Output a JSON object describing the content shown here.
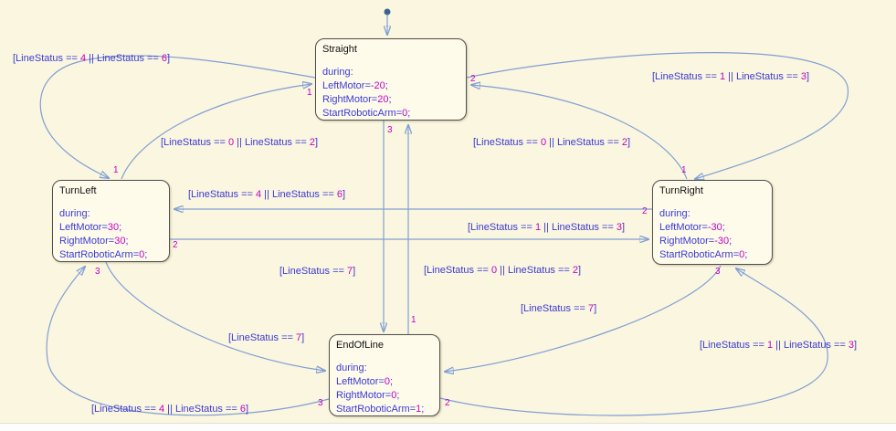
{
  "states": {
    "straight": {
      "title": "Straight",
      "body": [
        [
          [
            "during:",
            "c"
          ]
        ],
        [
          [
            "LeftMotor=",
            "c"
          ],
          [
            "-20",
            "n"
          ],
          [
            ";",
            "c"
          ]
        ],
        [
          [
            "RightMotor=",
            "c"
          ],
          [
            "20",
            "n"
          ],
          [
            ";",
            "c"
          ]
        ],
        [
          [
            "StartRoboticArm=",
            "c"
          ],
          [
            "0",
            "n"
          ],
          [
            ";",
            "c"
          ]
        ]
      ]
    },
    "turnleft": {
      "title": "TurnLeft",
      "body": [
        [
          [
            "during:",
            "c"
          ]
        ],
        [
          [
            "LeftMotor=",
            "c"
          ],
          [
            "30",
            "n"
          ],
          [
            ";",
            "c"
          ]
        ],
        [
          [
            "RightMotor=",
            "c"
          ],
          [
            "30",
            "n"
          ],
          [
            ";",
            "c"
          ]
        ],
        [
          [
            "StartRoboticArm=",
            "c"
          ],
          [
            "0",
            "n"
          ],
          [
            ";",
            "c"
          ]
        ]
      ]
    },
    "turnright": {
      "title": "TurnRight",
      "body": [
        [
          [
            "during:",
            "c"
          ]
        ],
        [
          [
            "LeftMotor=",
            "c"
          ],
          [
            "-30",
            "n"
          ],
          [
            ";",
            "c"
          ]
        ],
        [
          [
            "RightMotor=",
            "c"
          ],
          [
            "-30",
            "n"
          ],
          [
            ";",
            "c"
          ]
        ],
        [
          [
            "StartRoboticArm=",
            "c"
          ],
          [
            "0",
            "n"
          ],
          [
            ";",
            "c"
          ]
        ]
      ]
    },
    "endofline": {
      "title": "EndOfLine",
      "body": [
        [
          [
            "during:",
            "c"
          ]
        ],
        [
          [
            "LeftMotor=",
            "c"
          ],
          [
            "0",
            "n"
          ],
          [
            ";",
            "c"
          ]
        ],
        [
          [
            "RightMotor=",
            "c"
          ],
          [
            "0",
            "n"
          ],
          [
            ";",
            "c"
          ]
        ],
        [
          [
            "StartRoboticArm=",
            "c"
          ],
          [
            "1",
            "n"
          ],
          [
            ";",
            "c"
          ]
        ]
      ]
    }
  },
  "labels": {
    "s_to_tl": [
      [
        "[LineStatus == ",
        "c"
      ],
      [
        "4",
        "n"
      ],
      [
        " || LineStatus == ",
        "c"
      ],
      [
        "6",
        "n"
      ],
      [
        "]",
        "c"
      ]
    ],
    "tl_to_s": [
      [
        "[LineStatus == ",
        "c"
      ],
      [
        "0",
        "n"
      ],
      [
        " || LineStatus == ",
        "c"
      ],
      [
        "2",
        "n"
      ],
      [
        "]",
        "c"
      ]
    ],
    "s_to_tr": [
      [
        "[LineStatus == ",
        "c"
      ],
      [
        "1",
        "n"
      ],
      [
        " || LineStatus == ",
        "c"
      ],
      [
        "3",
        "n"
      ],
      [
        "]",
        "c"
      ]
    ],
    "tr_to_s": [
      [
        "[LineStatus == ",
        "c"
      ],
      [
        "0",
        "n"
      ],
      [
        " || LineStatus == ",
        "c"
      ],
      [
        "2",
        "n"
      ],
      [
        "]",
        "c"
      ]
    ],
    "tr_to_tl": [
      [
        "[LineStatus == ",
        "c"
      ],
      [
        "4",
        "n"
      ],
      [
        " || LineStatus == ",
        "c"
      ],
      [
        "6",
        "n"
      ],
      [
        "]",
        "c"
      ]
    ],
    "tl_to_tr": [
      [
        "[LineStatus == ",
        "c"
      ],
      [
        "1",
        "n"
      ],
      [
        " || LineStatus == ",
        "c"
      ],
      [
        "3",
        "n"
      ],
      [
        "]",
        "c"
      ]
    ],
    "s_to_eol": [
      [
        "[LineStatus == ",
        "c"
      ],
      [
        "7",
        "n"
      ],
      [
        "]",
        "c"
      ]
    ],
    "eol_to_s": [
      [
        "[LineStatus == ",
        "c"
      ],
      [
        "0",
        "n"
      ],
      [
        " || LineStatus == ",
        "c"
      ],
      [
        "2",
        "n"
      ],
      [
        "]",
        "c"
      ]
    ],
    "tl_to_eol": [
      [
        "[LineStatus == ",
        "c"
      ],
      [
        "7",
        "n"
      ],
      [
        "]",
        "c"
      ]
    ],
    "tr_to_eol": [
      [
        "[LineStatus == ",
        "c"
      ],
      [
        "7",
        "n"
      ],
      [
        "]",
        "c"
      ]
    ],
    "eol_to_tl": [
      [
        "[LineStatus == ",
        "c"
      ],
      [
        "4",
        "n"
      ],
      [
        " || LineStatus == ",
        "c"
      ],
      [
        "6",
        "n"
      ],
      [
        "]",
        "c"
      ]
    ],
    "eol_to_tr": [
      [
        "[LineStatus == ",
        "c"
      ],
      [
        "1",
        "n"
      ],
      [
        " || LineStatus == ",
        "c"
      ],
      [
        "3",
        "n"
      ],
      [
        "]",
        "c"
      ]
    ]
  },
  "orders": {
    "straight_1": "1",
    "straight_2": "2",
    "straight_3": "3",
    "turnleft_1": "1",
    "turnleft_2": "2",
    "turnleft_3": "3",
    "turnright_1": "1",
    "turnright_2": "2",
    "turnright_3": "3",
    "endofline_1": "1",
    "endofline_2": "2",
    "endofline_3": "3"
  },
  "colors": {
    "background": "#FBF6DF",
    "state_fill": "#FEFBEB",
    "state_border": "#4F4F4F",
    "wire_blue": "#7F9FD4",
    "condition_text_blue": "#3A3AD4",
    "literal_number_magenta": "#C400C4",
    "default_transition_dot": "#3A6491"
  }
}
